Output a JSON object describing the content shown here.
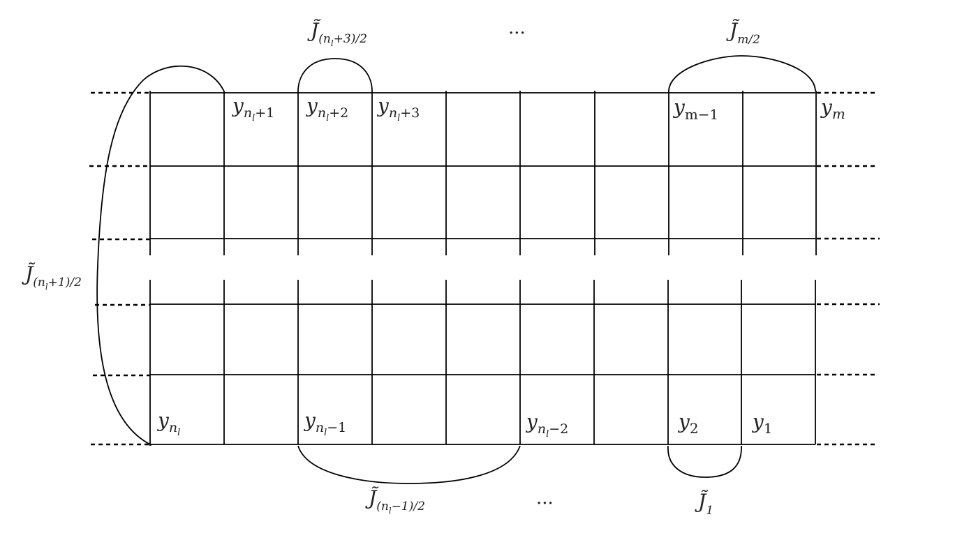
{
  "labels": {
    "y_nl": {
      "base": "y",
      "sub": "n",
      "subsub": "l",
      "tail": ""
    },
    "y_nl_minus_1": {
      "base": "y",
      "sub": "n",
      "subsub": "l",
      "tail": "−1"
    },
    "y_nl_minus_2": {
      "base": "y",
      "sub": "n",
      "subsub": "l",
      "tail": "−2"
    },
    "y_2": {
      "base": "y",
      "sub": "2"
    },
    "y_1": {
      "base": "y",
      "sub": "1"
    },
    "y_nl_plus_1": {
      "base": "y",
      "sub": "n",
      "subsub": "l",
      "tail": "+1"
    },
    "y_nl_plus_2": {
      "base": "y",
      "sub": "n",
      "subsub": "l",
      "tail": "+2"
    },
    "y_nl_plus_3": {
      "base": "y",
      "sub": "n",
      "subsub": "l",
      "tail": "+3"
    },
    "y_m_minus_1": {
      "base": "y",
      "sub": "m−1"
    },
    "y_m": {
      "base": "y",
      "sub": "m"
    }
  },
  "loops": {
    "J_nl_plus_3_over_2": {
      "base": "J̃",
      "sub_open": "(n",
      "subsub": "l",
      "sub_close": "+3)/2"
    },
    "J_m_over_2": {
      "base": "J̃",
      "sub": "m/2"
    },
    "J_nl_plus_1_over_2": {
      "base": "J̃",
      "sub_open": "(n",
      "subsub": "l",
      "sub_close": "+1)/2"
    },
    "J_nl_minus_1_over_2": {
      "base": "J̃",
      "sub_open": "(n",
      "subsub": "l",
      "sub_close": "−1)/2"
    },
    "J_1": {
      "base": "J̃",
      "sub": "1"
    }
  },
  "ellipsis_top": "...",
  "ellipsis_bottom": "..."
}
